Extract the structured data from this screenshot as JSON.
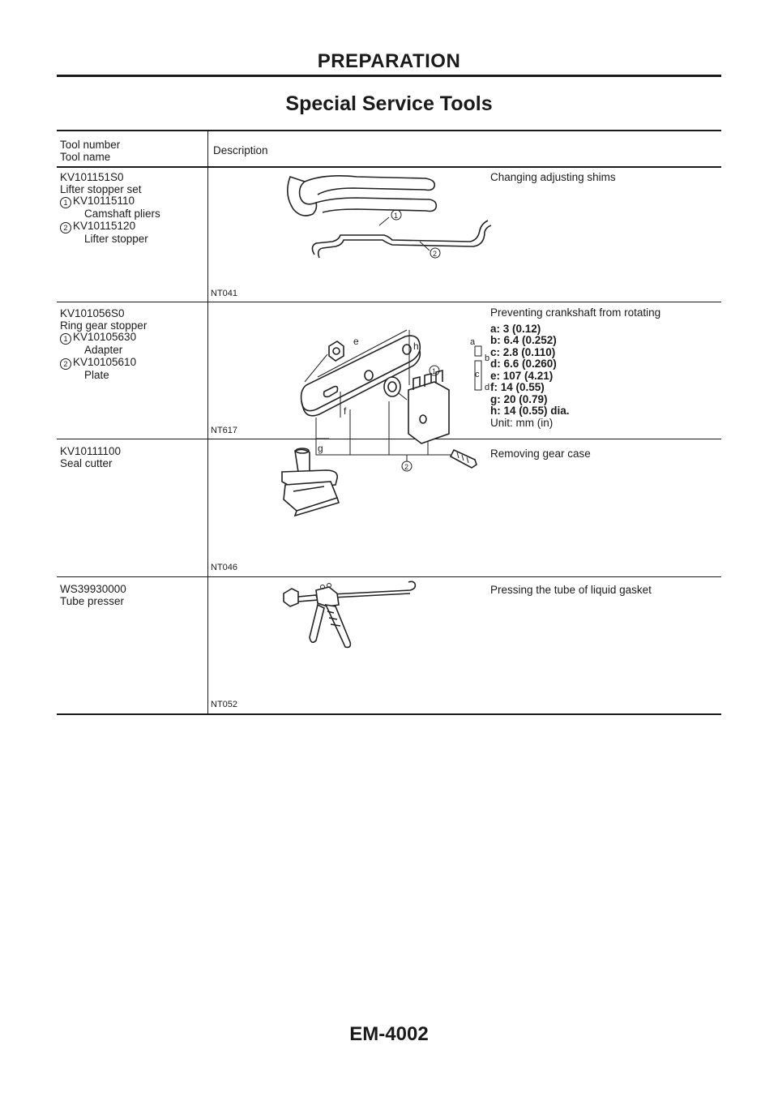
{
  "header": {
    "title": "PREPARATION"
  },
  "section": {
    "title": "Special Service Tools"
  },
  "table": {
    "header": {
      "tool_line1": "Tool number",
      "tool_line2": "Tool name",
      "description": "Description"
    },
    "rows": [
      {
        "lines": [
          "KV101151S0",
          "Lifter stopper set"
        ],
        "parts": [
          {
            "num": "1",
            "number": "KV10115110",
            "name": "Camshaft pliers"
          },
          {
            "num": "2",
            "number": "KV10115120",
            "name": "Lifter stopper"
          }
        ],
        "figure": "NT041",
        "description": "Changing adjusting shims",
        "callouts": [
          "1",
          "2"
        ]
      },
      {
        "lines": [
          "KV101056S0",
          "Ring gear stopper"
        ],
        "parts": [
          {
            "num": "1",
            "number": "KV10105630",
            "name": "Adapter"
          },
          {
            "num": "2",
            "number": "KV10105610",
            "name": "Plate"
          }
        ],
        "figure": "NT617",
        "description": "Preventing crankshaft from rotating",
        "dims": [
          "a: 3 (0.12)",
          "b: 6.4 (0.252)",
          "c: 2.8 (0.110)",
          "d: 6.6 (0.260)",
          "e: 107 (4.21)",
          "f: 14 (0.55)",
          "g: 20 (0.79)",
          "h: 14 (0.55) dia."
        ],
        "unit": "Unit: mm (in)",
        "fig_letters": [
          "e",
          "h",
          "f",
          "g",
          "a",
          "b",
          "c",
          "d"
        ],
        "callouts": [
          "1",
          "2"
        ]
      },
      {
        "lines": [
          "KV10111100",
          "Seal cutter"
        ],
        "figure": "NT046",
        "description": "Removing gear case"
      },
      {
        "lines": [
          "WS39930000",
          "Tube presser"
        ],
        "figure": "NT052",
        "description": "Pressing the tube of liquid gasket"
      }
    ]
  },
  "footer": {
    "code": "EM-4002"
  }
}
